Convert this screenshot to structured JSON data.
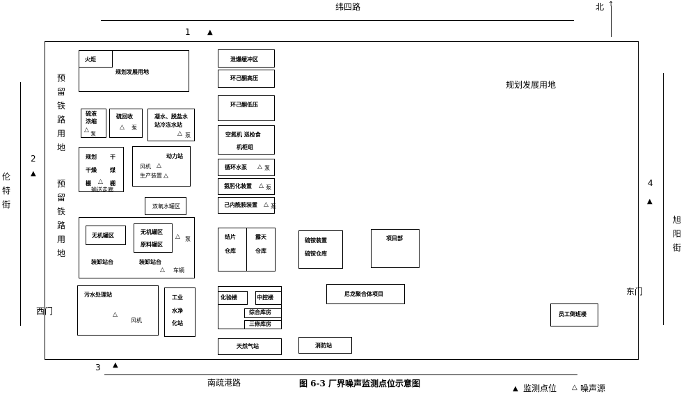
{
  "roads": {
    "north": "纬四路",
    "south": "南疏港路",
    "west": "伦特街",
    "east": "旭阳街"
  },
  "north_label": "北",
  "gates": {
    "west": "西门",
    "east": "东门"
  },
  "monitor_points": [
    "1",
    "2",
    "3",
    "4"
  ],
  "caption": "图 6-3  厂界噪声监测点位示意图",
  "legend": {
    "monitor_symbol": "▲",
    "monitor_label": "监测点位",
    "noise_symbol": "△",
    "noise_label": "噪声源"
  },
  "reserved_rail_land": "预留铁路用地",
  "planned_land_east": "规划发展用地",
  "buildings": {
    "torch": "火炬",
    "planned_dev": "规划发展用地",
    "waste_liquid": [
      "硫液",
      "浓缩"
    ],
    "pump": "泵",
    "sulfur_recovery": "硫回收",
    "pump2": "泵",
    "water_station": [
      "凝水、脱盐水",
      "站冷冻水站"
    ],
    "pump3": "泵",
    "dryer_shed": {
      "c1": [
        "规划",
        "干燥",
        "棚"
      ],
      "c2": [
        "干",
        "煤",
        "棚"
      ]
    },
    "conveyor": "输送走廊",
    "power_station": "动力站",
    "fan": "风机",
    "production_device": "生产装置",
    "gas_tank": "双氧水罐区",
    "inorganic_tank": "无机罐区",
    "inorganic_raw_tank": [
      "无机罐区",
      "原料罐区"
    ],
    "pump4": "泵",
    "loading1": "装卸站台",
    "loading2": "装卸站台",
    "vehicle": "车辆",
    "sewage": "污水处理站",
    "fan2": "风机",
    "industrial_water": [
      "工业",
      "水净",
      "化站"
    ],
    "flare_buffer": "泄爆缓冲区",
    "cyclohexanone_high": "环己酮高压",
    "cyclohexanone_low": "环己酮低压",
    "air_nitrogen": [
      "空氮机 巡检食",
      "机柜组"
    ],
    "circulating_pump": "循环水泵",
    "pump5": "泵",
    "ammonia_oxidation": "氨肟化装置",
    "pump6": "泵",
    "caprolactam": "己内酰胺装置",
    "pump7": "泵",
    "slice_warehouse": [
      "结片",
      "仓库"
    ],
    "open_warehouse": [
      "露天",
      "仓库"
    ],
    "ammonium_sulfate": [
      "硫铵装置",
      "硫铵仓库"
    ],
    "project_dept": "项目部",
    "nylon_project": "尼龙聚合体项目",
    "staff_building": "员工倒班楼",
    "lab": "化验楼",
    "control": "中控楼",
    "integrated_warehouse": "综合库房",
    "third_warehouse": "三修库房",
    "gas_station": "天然气站",
    "fire_station": "消防站"
  }
}
